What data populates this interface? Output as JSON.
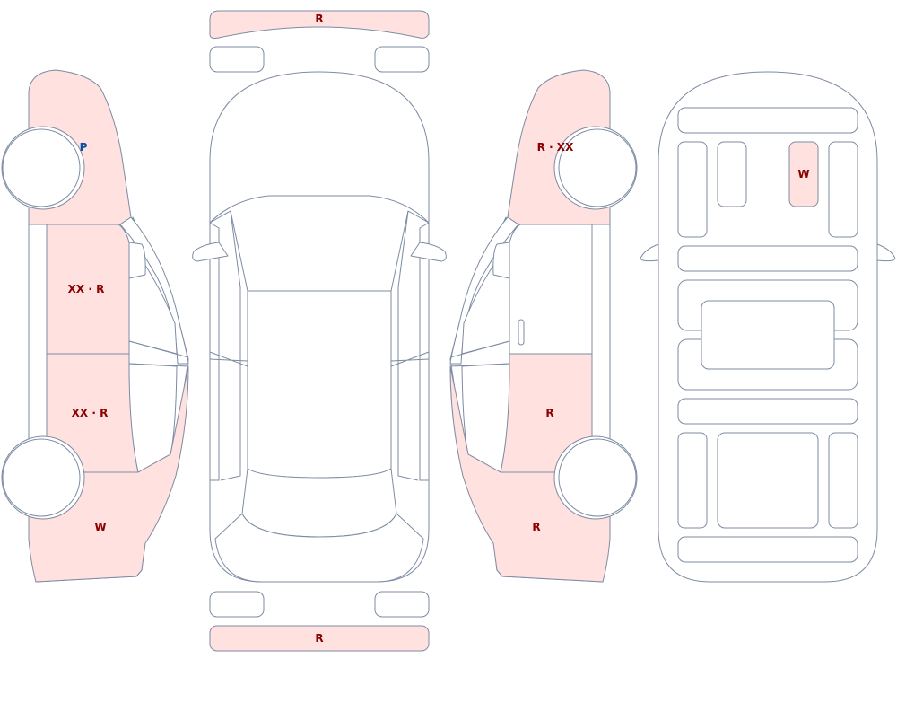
{
  "colors": {
    "outline": "#7d8ba3",
    "damaged_fill": "#ffe1df",
    "label_repair": "#8b0000",
    "label_paint": "#0b4ea2"
  },
  "marks": {
    "front_bumper": "R",
    "rear_bumper": "R",
    "left_front_fender": "P",
    "left_front_door": "XX · R",
    "left_rear_door": "XX · R",
    "left_rear_quarter": "W",
    "right_front_fender": "R · XX",
    "right_rear_door": "R",
    "right_rear_quarter": "R",
    "underbody_member": "W"
  }
}
